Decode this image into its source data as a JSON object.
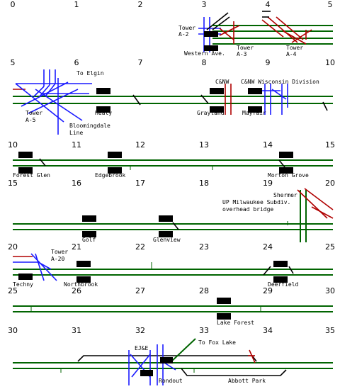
{
  "rows": [
    {
      "miles": [
        "0",
        "1",
        "2",
        "3",
        "4",
        "5"
      ]
    },
    {
      "miles": [
        "5",
        "6",
        "7",
        "8",
        "9",
        "10"
      ]
    },
    {
      "miles": [
        "10",
        "11",
        "12",
        "13",
        "14",
        "15"
      ]
    },
    {
      "miles": [
        "15",
        "16",
        "17",
        "18",
        "19",
        "20"
      ]
    },
    {
      "miles": [
        "20",
        "21",
        "22",
        "23",
        "24",
        "25"
      ]
    },
    {
      "miles": [
        "25",
        "26",
        "27",
        "28",
        "29",
        "30"
      ]
    },
    {
      "miles": [
        "30",
        "31",
        "32",
        "33",
        "34",
        "35"
      ]
    }
  ],
  "labels": {
    "tower_a2_l1": "Tower",
    "tower_a2_l2": "A-2",
    "western_ave": "Western Ave.",
    "tower_a3_l1": "Tower",
    "tower_a3_l2": "A-3",
    "tower_a4_l1": "Tower",
    "tower_a4_l2": "A-4",
    "to_elgin": "To Elgin",
    "tower_a5_l1": "Tower",
    "tower_a5_l2": "A-5",
    "healy": "Healy",
    "bloomingdale_l1": "Bloomingdale",
    "bloomingdale_l2": "Line",
    "cnw_1": "C&NW",
    "cnw_wisconsin": "C&NW Wisconsin Division",
    "grayland": "Grayland",
    "mayfair": "Mayfair",
    "forest_glen": "Forest Glen",
    "edgebrook": "Edgebrook",
    "morton_grove": "Morton Grove",
    "shermer": "Shermer",
    "up_milwaukee": "UP Milwaukee Subdiv.",
    "overhead_bridge": "overhead bridge",
    "golf": "Golf",
    "glenview": "Glenview",
    "tower_a20_l1": "Tower",
    "tower_a20_l2": "A-20",
    "techny": "Techny",
    "northbrook": "Northbrook",
    "deerfield": "Deerfield",
    "lake_forest": "Lake Forest",
    "ejae": "EJ&E",
    "to_fox_lake": "To Fox Lake",
    "rondout": "Rondout",
    "abbott_park": "Abbott Park"
  },
  "colors": {
    "main_track": "#006400",
    "crossing_blue": "#1a1aff",
    "crossing_red": "#b00000",
    "siding_black": "#000000"
  }
}
